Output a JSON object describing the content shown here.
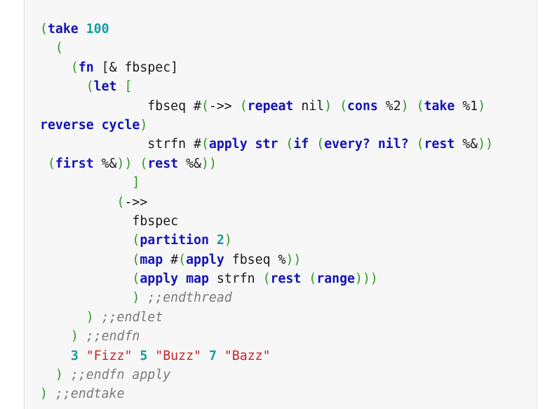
{
  "code_lines": [
    [
      [
        "p",
        "("
      ],
      [
        "k",
        "take"
      ],
      [
        "t",
        " "
      ],
      [
        "n",
        "100"
      ]
    ],
    [
      [
        "t",
        "  "
      ],
      [
        "p",
        "("
      ]
    ],
    [
      [
        "t",
        "    "
      ],
      [
        "p",
        "("
      ],
      [
        "k",
        "fn"
      ],
      [
        "t",
        " [& fbspec]"
      ]
    ],
    [
      [
        "t",
        "      "
      ],
      [
        "p",
        "("
      ],
      [
        "k",
        "let"
      ],
      [
        "t",
        " "
      ],
      [
        "p",
        "["
      ]
    ],
    [
      [
        "t",
        "              fbseq #"
      ],
      [
        "p",
        "("
      ],
      [
        "t",
        "->> "
      ],
      [
        "p",
        "("
      ],
      [
        "k",
        "repeat"
      ],
      [
        "t",
        " nil"
      ],
      [
        "p",
        ")"
      ],
      [
        "t",
        " "
      ],
      [
        "p",
        "("
      ],
      [
        "k",
        "cons"
      ],
      [
        "t",
        " %2"
      ],
      [
        "p",
        ")"
      ],
      [
        "t",
        " "
      ],
      [
        "p",
        "("
      ],
      [
        "k",
        "take"
      ],
      [
        "t",
        " %1"
      ],
      [
        "p",
        ")"
      ]
    ],
    [
      [
        "k",
        "reverse"
      ],
      [
        "t",
        " "
      ],
      [
        "k",
        "cycle"
      ],
      [
        "p",
        ")"
      ]
    ],
    [
      [
        "t",
        "              strfn #"
      ],
      [
        "p",
        "("
      ],
      [
        "k",
        "apply"
      ],
      [
        "t",
        " "
      ],
      [
        "k",
        "str"
      ],
      [
        "t",
        " "
      ],
      [
        "p",
        "("
      ],
      [
        "k",
        "if"
      ],
      [
        "t",
        " "
      ],
      [
        "p",
        "("
      ],
      [
        "k",
        "every?"
      ],
      [
        "t",
        " "
      ],
      [
        "k",
        "nil?"
      ],
      [
        "t",
        " "
      ],
      [
        "p",
        "("
      ],
      [
        "k",
        "rest"
      ],
      [
        "t",
        " %&"
      ],
      [
        "p",
        "))"
      ]
    ],
    [
      [
        "t",
        " "
      ],
      [
        "p",
        "("
      ],
      [
        "k",
        "first"
      ],
      [
        "t",
        " %&"
      ],
      [
        "p",
        "))"
      ],
      [
        "t",
        " "
      ],
      [
        "p",
        "("
      ],
      [
        "k",
        "rest"
      ],
      [
        "t",
        " %&"
      ],
      [
        "p",
        "))"
      ]
    ],
    [
      [
        "t",
        "            "
      ],
      [
        "p",
        "]"
      ]
    ],
    [
      [
        "t",
        "          "
      ],
      [
        "p",
        "("
      ],
      [
        "t",
        "->>"
      ]
    ],
    [
      [
        "t",
        "            fbspec"
      ]
    ],
    [
      [
        "t",
        "            "
      ],
      [
        "p",
        "("
      ],
      [
        "k",
        "partition"
      ],
      [
        "t",
        " "
      ],
      [
        "n",
        "2"
      ],
      [
        "p",
        ")"
      ]
    ],
    [
      [
        "t",
        "            "
      ],
      [
        "p",
        "("
      ],
      [
        "k",
        "map"
      ],
      [
        "t",
        " #"
      ],
      [
        "p",
        "("
      ],
      [
        "k",
        "apply"
      ],
      [
        "t",
        " fbseq %"
      ],
      [
        "p",
        "))"
      ]
    ],
    [
      [
        "t",
        "            "
      ],
      [
        "p",
        "("
      ],
      [
        "k",
        "apply"
      ],
      [
        "t",
        " "
      ],
      [
        "k",
        "map"
      ],
      [
        "t",
        " strfn "
      ],
      [
        "p",
        "("
      ],
      [
        "k",
        "rest"
      ],
      [
        "t",
        " "
      ],
      [
        "p",
        "("
      ],
      [
        "k",
        "range"
      ],
      [
        "p",
        ")))"
      ]
    ],
    [
      [
        "t",
        "            "
      ],
      [
        "p",
        ")"
      ],
      [
        "t",
        " "
      ],
      [
        "c",
        ";;endthread"
      ]
    ],
    [
      [
        "t",
        "      "
      ],
      [
        "p",
        ")"
      ],
      [
        "t",
        " "
      ],
      [
        "c",
        ";;endlet"
      ]
    ],
    [
      [
        "t",
        "    "
      ],
      [
        "p",
        ")"
      ],
      [
        "t",
        " "
      ],
      [
        "c",
        ";;endfn"
      ]
    ],
    [
      [
        "t",
        "    "
      ],
      [
        "n",
        "3"
      ],
      [
        "t",
        " "
      ],
      [
        "s",
        "\"Fizz\""
      ],
      [
        "t",
        " "
      ],
      [
        "n",
        "5"
      ],
      [
        "t",
        " "
      ],
      [
        "s",
        "\"Buzz\""
      ],
      [
        "t",
        " "
      ],
      [
        "n",
        "7"
      ],
      [
        "t",
        " "
      ],
      [
        "s",
        "\"Bazz\""
      ]
    ],
    [
      [
        "t",
        "  "
      ],
      [
        "p",
        ")"
      ],
      [
        "t",
        " "
      ],
      [
        "c",
        ";;endfn apply"
      ]
    ],
    [
      [
        "p",
        ")"
      ],
      [
        "t",
        " "
      ],
      [
        "c",
        ";;endtake"
      ]
    ]
  ],
  "colors": {
    "paren": "#2b9a22",
    "keyword": "#1212b8",
    "number": "#169ba0",
    "string": "#c9222a",
    "comment": "#7a7a7a",
    "panel_background": "#f7f7f7"
  }
}
